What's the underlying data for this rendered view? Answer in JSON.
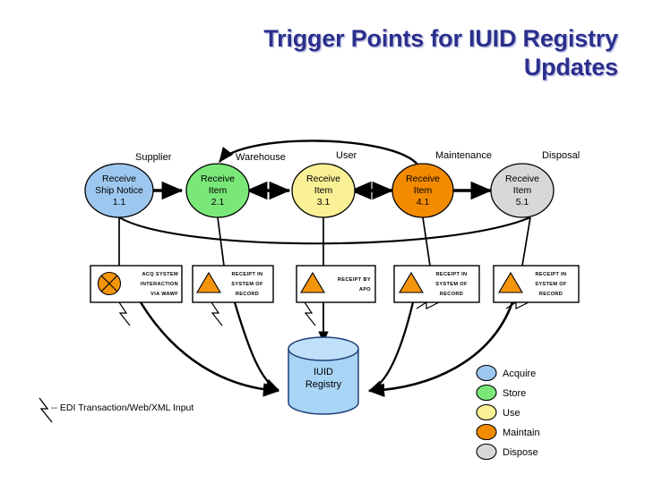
{
  "slide": {
    "title_line1": "Trigger Points for IUID Registry",
    "title_line2": "Updates",
    "title_color": "#2B2F8C",
    "background": "#FFFFFF"
  },
  "lifecycle": {
    "role_labels": [
      "Supplier",
      "Warehouse",
      "User",
      "Maintenance",
      "Disposal"
    ],
    "nodes": [
      {
        "line1": "Receive",
        "line2": "Ship Notice",
        "line3": "1.1",
        "color": "#9DC7EE",
        "stage": "Acquire"
      },
      {
        "line1": "Receive",
        "line2": "Item",
        "line3": "2.1",
        "color": "#7AE878",
        "stage": "Store"
      },
      {
        "line1": "Receive",
        "line2": "Item",
        "line3": "3.1",
        "color": "#FAF096",
        "stage": "Use"
      },
      {
        "line1": "Receive",
        "line2": "Item",
        "line3": "4.1",
        "color": "#F38B00",
        "stage": "Maintain"
      },
      {
        "line1": "Receive",
        "line2": "Item",
        "line3": "5.1",
        "color": "#D8D8D8",
        "stage": "Dispose"
      }
    ],
    "flow_arrows": [
      {
        "from": "1.1",
        "to": "2.1",
        "direction": "single"
      },
      {
        "from": "2.1",
        "to": "3.1",
        "direction": "double"
      },
      {
        "from": "3.1",
        "to": "4.1",
        "direction": "double"
      },
      {
        "from": "4.1",
        "to": "5.1",
        "direction": "single"
      },
      {
        "from": "4.1",
        "to": "2.1",
        "direction": "single-arc-return"
      }
    ]
  },
  "triggers": [
    {
      "marker": "crossed-circle",
      "marker_color": "#F5950C",
      "lines": [
        "ACQ SYSTEM",
        "INTERACTION",
        "VIA WAWF"
      ],
      "align": "right"
    },
    {
      "marker": "triangle",
      "marker_color": "#F5950C",
      "lines": [
        "RECEIPT IN",
        "SYSTEM OF",
        "RECORD"
      ],
      "align": "center"
    },
    {
      "marker": "triangle",
      "marker_color": "#F5950C",
      "lines": [
        "RECEIPT BY",
        "APO"
      ],
      "align": "right"
    },
    {
      "marker": "triangle",
      "marker_color": "#F5950C",
      "lines": [
        "RECEIPT IN",
        "SYSTEM OF",
        "RECORD"
      ],
      "align": "center"
    },
    {
      "marker": "triangle",
      "marker_color": "#F5950C",
      "lines": [
        "RECEIPT IN",
        "SYSTEM OF",
        "RECORD"
      ],
      "align": "center"
    }
  ],
  "datastore": {
    "line1": "IUID",
    "line2": "Registry",
    "color": "#A8D4F5"
  },
  "legend": {
    "items": [
      {
        "label": "Acquire",
        "color": "#9DC7EE"
      },
      {
        "label": "Store",
        "color": "#7AE878"
      },
      {
        "label": "Use",
        "color": "#FAF096"
      },
      {
        "label": "Maintain",
        "color": "#F38B00"
      },
      {
        "label": "Dispose",
        "color": "#D8D8D8"
      }
    ]
  },
  "footnote": {
    "symbol": "lightning-bolt",
    "text": "-- EDI Transaction/Web/XML Input"
  }
}
